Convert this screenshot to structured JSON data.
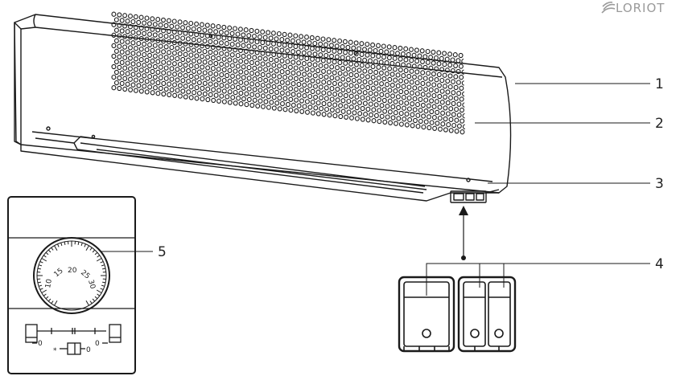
{
  "brand": {
    "name": "LORIOT",
    "mark": "logo-leaf-icon"
  },
  "callouts": [
    {
      "label": "1",
      "part": "housing"
    },
    {
      "label": "2",
      "part": "grille"
    },
    {
      "label": "3",
      "part": "control-socket"
    },
    {
      "label": "4",
      "part": "switch-panel"
    },
    {
      "label": "5",
      "part": "thermostat"
    }
  ],
  "thermostat": {
    "scale": [
      "10",
      "15",
      "20",
      "25",
      "30"
    ],
    "left_switch_label": "0",
    "right_switch_label": "0",
    "bottom_left_symbol": "*",
    "bottom_right_label": "0"
  },
  "colors": {
    "line": "#1a1a1a",
    "brand": "#9a9a9a"
  }
}
